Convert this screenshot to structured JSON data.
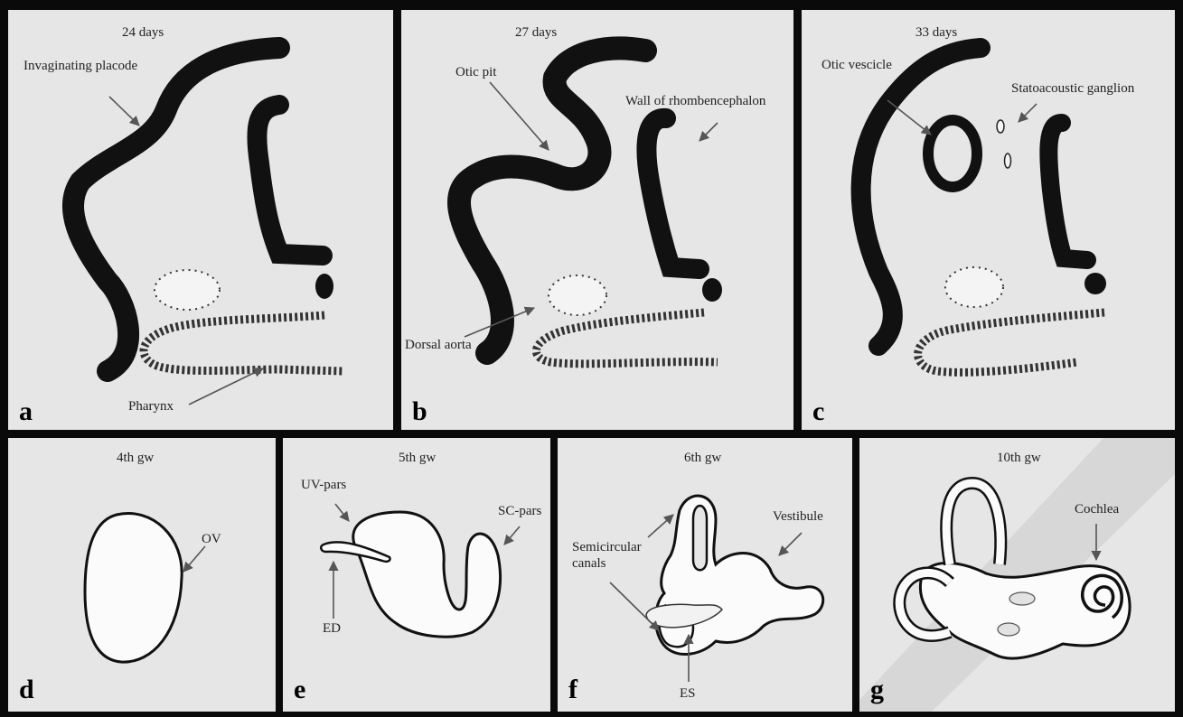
{
  "colors": {
    "panel_bg": "#e6e6e6",
    "border": "#0a0a0a",
    "ink": "#111111",
    "pointer": "#555555"
  },
  "panels": {
    "a": {
      "letter": "a",
      "title": "24 days",
      "labels": {
        "placode": "Invaginating placode",
        "pharynx": "Pharynx"
      }
    },
    "b": {
      "letter": "b",
      "title": "27 days",
      "labels": {
        "otic_pit": "Otic pit",
        "wall": "Wall of rhombencephalon",
        "aorta": "Dorsal aorta"
      }
    },
    "c": {
      "letter": "c",
      "title": "33 days",
      "labels": {
        "vesicle": "Otic vescicle",
        "ganglion": "Statoacoustic ganglion"
      }
    },
    "d": {
      "letter": "d",
      "title": "4th gw",
      "labels": {
        "ov": "OV"
      }
    },
    "e": {
      "letter": "e",
      "title": "5th gw",
      "labels": {
        "uv": "UV-pars",
        "sc": "SC-pars",
        "ed": "ED"
      }
    },
    "f": {
      "letter": "f",
      "title": "6th gw",
      "labels": {
        "vestibule": "Vestibule",
        "semicircular_1": "Semicircular",
        "semicircular_2": "canals",
        "es": "ES"
      }
    },
    "g": {
      "letter": "g",
      "title": "10th gw",
      "labels": {
        "cochlea": "Cochlea"
      }
    }
  }
}
